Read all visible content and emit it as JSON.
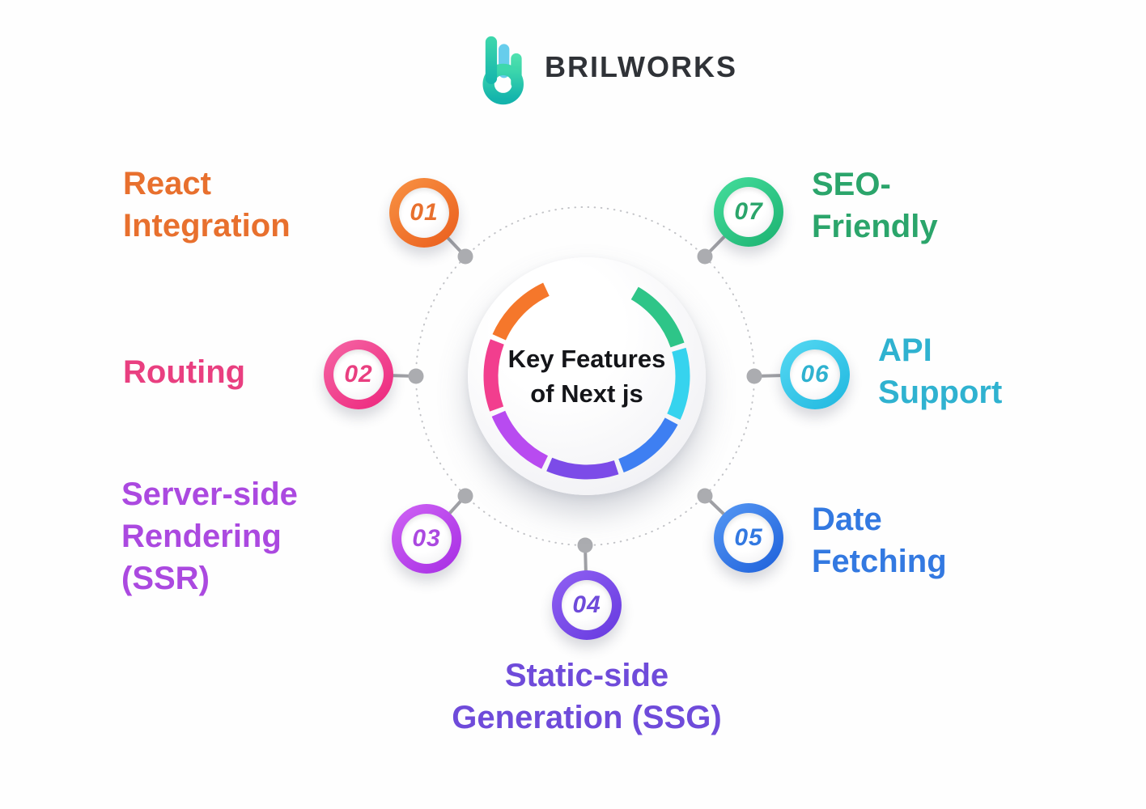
{
  "header": {
    "brand": "BRILWORKS",
    "brand_color": "#2F3237",
    "logo_icon": "brilworks-b-icon",
    "logo_colors": {
      "teal": "#1EBEAC",
      "mint": "#3FDFA5",
      "light_blue": "#56C8EA"
    }
  },
  "center": {
    "title": [
      "Key Features",
      "of Next js"
    ],
    "text_color": "#141519",
    "circle_color": "#FFFFFF"
  },
  "diagram": {
    "connector_line_color": "#9FA0A5",
    "connector_dot_color": "#ABACB0",
    "dotted_ring_color": "#C2C3C7"
  },
  "items": [
    {
      "number": "01",
      "label_lines": [
        "React",
        "Integration"
      ],
      "color": "#E8702E",
      "ring_from": "#F68B3E",
      "ring_to": "#EC6522",
      "arc_color": "#F5772B",
      "position": "top-left"
    },
    {
      "number": "02",
      "label_lines": [
        "Routing"
      ],
      "color": "#E93F80",
      "ring_from": "#F45D9F",
      "ring_to": "#EE2F82",
      "arc_color": "#F23E8E",
      "position": "left"
    },
    {
      "number": "03",
      "label_lines": [
        "Server-side",
        "Rendering",
        "(SSR)"
      ],
      "color": "#AB49E0",
      "ring_from": "#C95BF2",
      "ring_to": "#AC35E6",
      "arc_color": "#B84BF0",
      "position": "bottom-left"
    },
    {
      "number": "04",
      "label_lines": [
        "Static-side",
        "Generation (SSG)"
      ],
      "color": "#6F4BDA",
      "ring_from": "#8A5BF0",
      "ring_to": "#6C3FE2",
      "arc_color": "#7C4BE8",
      "position": "bottom"
    },
    {
      "number": "05",
      "label_lines": [
        "Date",
        "Fetching"
      ],
      "color": "#3379E1",
      "ring_from": "#4E90F0",
      "ring_to": "#2568DE",
      "arc_color": "#3E7FF2",
      "position": "bottom-right"
    },
    {
      "number": "06",
      "label_lines": [
        "API",
        "Support"
      ],
      "color": "#2FB2D0",
      "ring_from": "#4ED4F0",
      "ring_to": "#27BCE2",
      "arc_color": "#36D3EE",
      "position": "right"
    },
    {
      "number": "07",
      "label_lines": [
        "SEO-",
        "Friendly"
      ],
      "color": "#2BA56B",
      "ring_from": "#3FD796",
      "ring_to": "#22B877",
      "arc_color": "#2EC588",
      "position": "top-right"
    }
  ]
}
